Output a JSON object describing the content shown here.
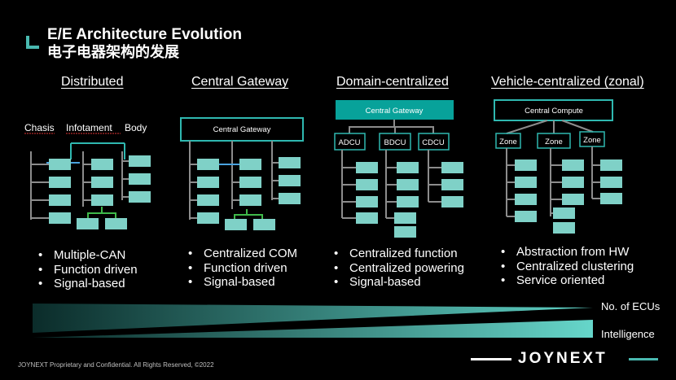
{
  "header": {
    "title": "E/E Architecture Evolution",
    "subtitle": "电子电器架构的发展"
  },
  "columns": [
    {
      "heading": "Distributed",
      "bullets": [
        "Multiple-CAN",
        "Function driven",
        "Signal-based"
      ]
    },
    {
      "heading": "Central Gateway",
      "bullets": [
        "Centralized COM",
        "Function driven",
        "Signal-based"
      ]
    },
    {
      "heading": "Domain-centralized",
      "bullets": [
        "Centralized function",
        "Centralized powering",
        "Signal-based"
      ]
    },
    {
      "heading": "Vehicle-centralized (zonal)",
      "bullets": [
        "Abstraction from HW",
        "Centralized clustering",
        "Service oriented"
      ]
    }
  ],
  "diagram_labels": {
    "distributed_buses": [
      "Chasis",
      "Infotament",
      "Body"
    ],
    "central_gateway": "Central Gateway",
    "domain_gateway": "Central Gateway",
    "domains": [
      "ADCU",
      "BDCU",
      "CDCU"
    ],
    "central_compute": "Central Compute",
    "zones": [
      "Zone",
      "Zone",
      "Zone"
    ]
  },
  "ramps": {
    "ecus_label": "No. of ECUs",
    "intelligence_label": "Intelligence"
  },
  "footer": {
    "copyright": "JOYNEXT Proprietary and Confidential. All Rights Reserved, ©2022",
    "logo": "JOYNEXT"
  },
  "colors": {
    "accent": "#49b9b0",
    "ecu_box": "#7fd1c7",
    "gateway_fill": "#08a29a",
    "line_gray": "#8c8c8c",
    "line_teal": "#2fb8b0",
    "line_green": "#3fb94a",
    "line_blue": "#4aa3df"
  }
}
